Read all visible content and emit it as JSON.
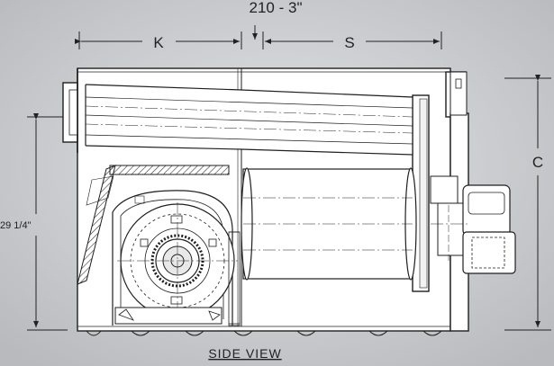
{
  "drawing": {
    "top_dim": "210 - 3\"",
    "dim_k": "K",
    "dim_s": "S",
    "dim_c": "C",
    "left_dim": "29 1/4\"",
    "view_title": "SIDE VIEW"
  },
  "colors": {
    "background": "#cfd0d2",
    "line": "#1f1f1f",
    "panel": "#ffffff"
  }
}
